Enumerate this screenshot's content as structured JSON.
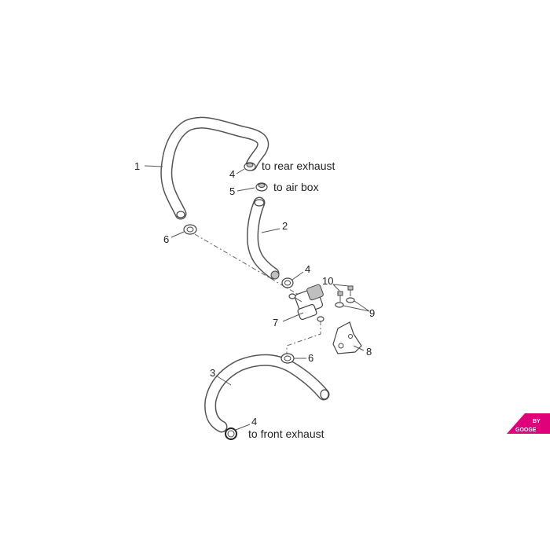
{
  "callouts": {
    "n1": "1",
    "n2": "2",
    "n3": "3",
    "n4a": "4",
    "n4b": "4",
    "n4c": "4",
    "n5": "5",
    "n6a": "6",
    "n6b": "6",
    "n7": "7",
    "n8": "8",
    "n9": "9",
    "n10": "10"
  },
  "labels": {
    "rear_exhaust": "to rear exhaust",
    "air_box": "to air box",
    "front_exhaust": "to front exhaust"
  },
  "watermark": {
    "line1": "BY",
    "line2": "GOOGE",
    "color": "#e0007a"
  },
  "colors": {
    "line": "#555555",
    "text": "#222222",
    "background": "#ffffff"
  }
}
